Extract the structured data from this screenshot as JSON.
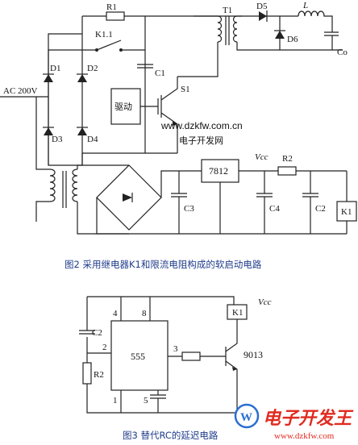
{
  "fig2": {
    "R1": "R1",
    "T1": "T1",
    "D5": "D5",
    "L": "L",
    "D6": "D6",
    "Co": "Co",
    "K11": "K1.1",
    "D1": "D1",
    "D2": "D2",
    "D3": "D3",
    "D4": "D4",
    "C1": "C1",
    "drive": "驱动",
    "S1": "S1",
    "ac": "AC 200V",
    "reg": "7812",
    "vcc": "Vcc",
    "R2": "R2",
    "C3": "C3",
    "C4": "C4",
    "C2": "C2",
    "K1": "K1",
    "caption": "图2   采用继电器K1和限流电阻构成的软启动电路"
  },
  "watermark": {
    "url": "www.dzkfw.com.cn",
    "name": "电子开发网"
  },
  "fig3": {
    "K1": "K1",
    "vcc": "Vcc",
    "C2": "C2",
    "R2": "R2",
    "chip": "555",
    "pin4": "4",
    "pin8": "8",
    "pin2": "2",
    "pin3": "3",
    "pin1": "1",
    "pin5": "5",
    "transistor": "9013",
    "caption": "图3   替代RC的延迟电路"
  },
  "logo": {
    "text": "电子开发王",
    "url": "www.dzkfw.com",
    "mark": "W"
  }
}
